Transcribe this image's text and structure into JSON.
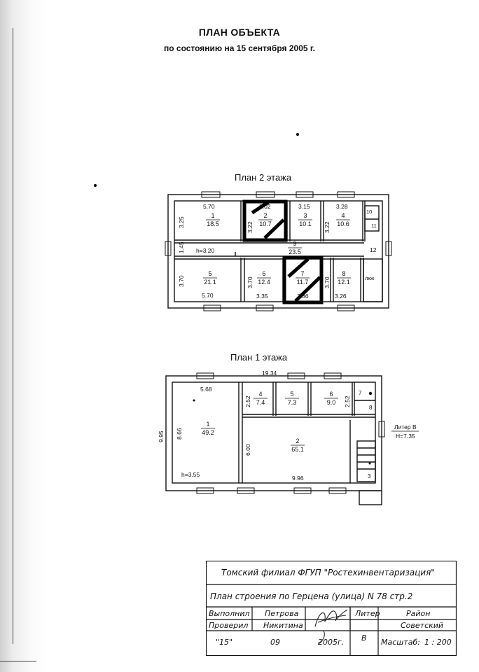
{
  "header": {
    "title": "ПЛАН ОБЪЕКТА",
    "subtitle": "по состоянию на 15 сентября 2005 г."
  },
  "floor2": {
    "title": "План 2 этажа",
    "dimensions": {
      "d1_top": "5.70",
      "d1_side": "3.25",
      "d2_top": "3.02",
      "d2_side": "3.22",
      "d3_top": "3.15",
      "d4_top": "3.28",
      "d4_side": "3.22",
      "corridor_side": "1.45",
      "corridor_h": "h=3.20",
      "d5_side": "3.70",
      "d5_bottom": "5.70",
      "d6_side": "3.70",
      "d6_bottom": "3.35",
      "d7_bottom": "3.36",
      "d8_side": "3.70",
      "d8_bottom": "3.26"
    },
    "rooms": [
      {
        "num": "1",
        "area": "18.5"
      },
      {
        "num": "2",
        "area": "10.7"
      },
      {
        "num": "3",
        "area": "10.1"
      },
      {
        "num": "4",
        "area": "10.6"
      },
      {
        "num": "9",
        "area": "23.5"
      },
      {
        "num": "5",
        "area": "21.1"
      },
      {
        "num": "6",
        "area": "12.4"
      },
      {
        "num": "7",
        "area": "11.7"
      },
      {
        "num": "8",
        "area": "12.1"
      }
    ],
    "small_labels": {
      "r10": "10",
      "r11": "11",
      "r12": "12",
      "hatch": "люк"
    }
  },
  "floor1": {
    "title": "План 1 этажа",
    "dimensions": {
      "total_width": "19.34",
      "total_height": "9.95",
      "r1_top": "5.68",
      "r1_side": "8.66",
      "r1_h": "h=3.55",
      "r4_side": "2.52",
      "r6_side": "2.52",
      "r2_side": "6.00",
      "r2_bottom": "9.96"
    },
    "rooms": [
      {
        "num": "1",
        "area": "49.2"
      },
      {
        "num": "2",
        "area": "65.1"
      },
      {
        "num": "4",
        "area": "7.4"
      },
      {
        "num": "5",
        "area": "7.3"
      },
      {
        "num": "6",
        "area": "9.0"
      }
    ],
    "small_labels": {
      "r7": "7",
      "r8": "8",
      "r3": "3"
    },
    "annex": {
      "label": "Литер В",
      "height": "H=7.35"
    }
  },
  "stamp": {
    "org": "Томский филиал ФГУП \"Ростехинвентаризация\"",
    "object": "План строения по Герцена (улица) N 78 стр.2",
    "made_label": "Выполнил",
    "made_by": "Петрова",
    "checked_label": "Проверил",
    "checked_by": "Никитина",
    "date_day": "\"15\"",
    "date_month": "09",
    "date_year": "2005г.",
    "liter_label": "Литер",
    "liter_value": "В",
    "district_label": "Район",
    "district_value": "Советский",
    "scale_label": "Масштаб:",
    "scale_value": "1 : 200"
  }
}
